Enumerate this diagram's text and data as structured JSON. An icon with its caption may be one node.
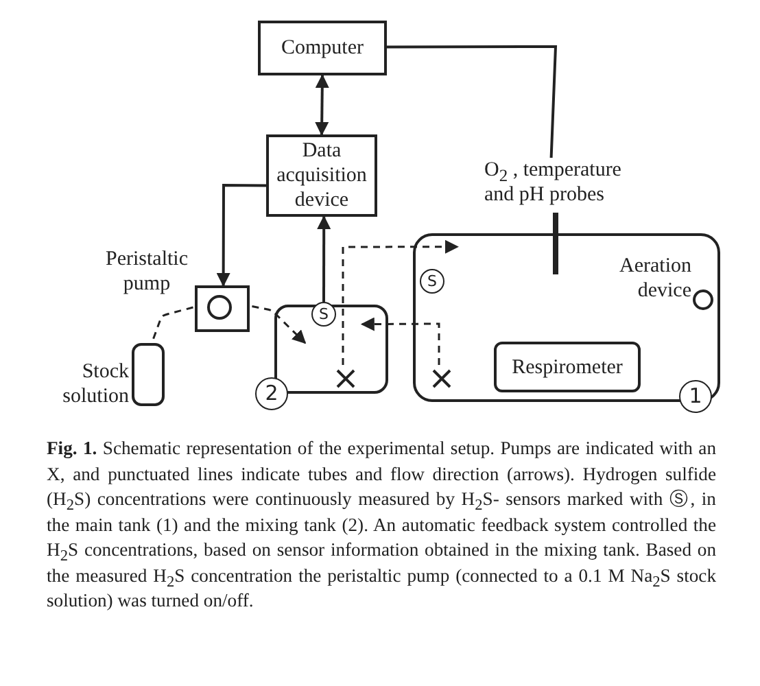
{
  "diagram": {
    "caption": "**Fig. 1.** Schematic representation of the experimental setup. Pumps are indicated with an X, and punctuated lines indicate tubes and flow direction (arrows). Hydrogen sulfide (H$_{2}$S) concentrations were continuously measured by H$_{2}$S- sensors marked with Ⓢ, in the main tank (1) and the mixing tank (2). An automatic feedback system controlled the H$_{2}$S concentrations, based on sensor information obtained in the mixing tank. Based on the measured H$_{2}$S concentration the peristaltic pump (connected to a 0.1 M Na$_{2}$S stock solution) was turned on/off.",
    "nodes": [
      {
        "text": [
          "Computer"
        ]
      },
      {
        "text": [
          "Data acquisition device"
        ]
      },
      {
        "text": [
          "O$_{2}$ , temperature and pH probes"
        ]
      },
      {
        "text": [
          "Peristaltic pump"
        ]
      },
      {
        "text": [
          "Stock solution"
        ]
      },
      {
        "text": [],
        "shape": "box"
      },
      {
        "text": [
          "S"
        ]
      },
      {
        "text": [],
        "shape": "cross",
        "in": 5
      },
      {
        "text": [
          "2"
        ]
      },
      {
        "text": [],
        "shape": "box"
      },
      {
        "text": [
          "S"
        ],
        "in": 9
      },
      {
        "text": [
          "Aeration device"
        ],
        "in": 9
      },
      {
        "text": [],
        "shape": "cross",
        "in": 9
      },
      {
        "text": [
          "Respirometer"
        ],
        "in": 9
      },
      {
        "text": [
          "1"
        ]
      }
    ],
    "edges": [
      {
        "from": 0,
        "to": 1,
        "arrow": "both"
      },
      {
        "from": 0,
        "to": 2,
        "arrow": "none"
      },
      {
        "from": 6,
        "to": 1,
        "arrow": "to"
      },
      {
        "from": 1,
        "to": 3,
        "arrow": "to"
      },
      {
        "from": 4,
        "to": 3,
        "arrow": "none",
        "style": "dashed"
      },
      {
        "from": 3,
        "to": 5,
        "arrow": "to",
        "style": "dashed"
      },
      {
        "from": 7,
        "to": 9,
        "arrow": "to",
        "style": "dashed"
      },
      {
        "from": 12,
        "to": 5,
        "arrow": "to",
        "style": "dashed"
      }
    ]
  }
}
